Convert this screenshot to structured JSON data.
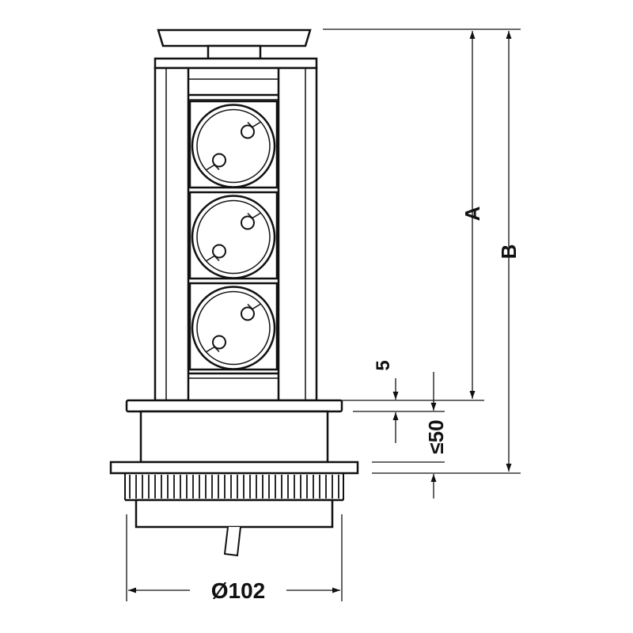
{
  "dimensions": {
    "a": "A",
    "b": "B",
    "gap": "5",
    "max_depth": "≤50",
    "diameter": "Ø102"
  },
  "drawing": {
    "socket_count": 3,
    "line_color": "#111111",
    "fill_color": "#ffffff"
  }
}
